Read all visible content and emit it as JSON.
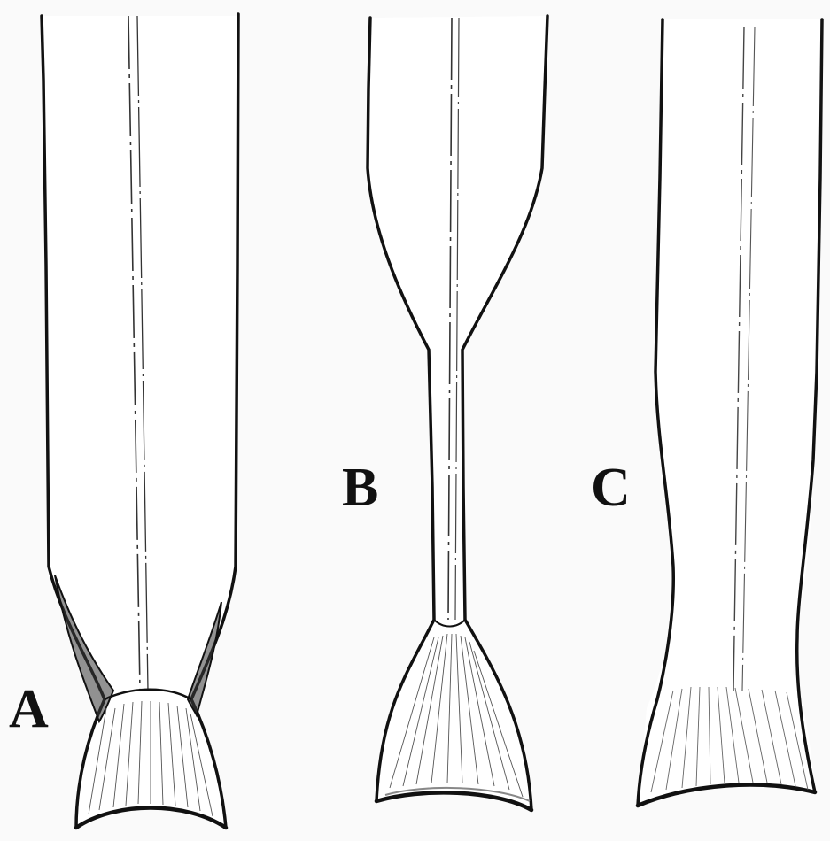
{
  "figure": {
    "panels": [
      {
        "id": "A",
        "label": "A"
      },
      {
        "id": "B",
        "label": "B"
      },
      {
        "id": "C",
        "label": "C"
      }
    ],
    "colors": {
      "background": "#ffffff",
      "paper": "#fafafa",
      "ink": "#111111",
      "stipple": "#2a2a2a"
    }
  }
}
